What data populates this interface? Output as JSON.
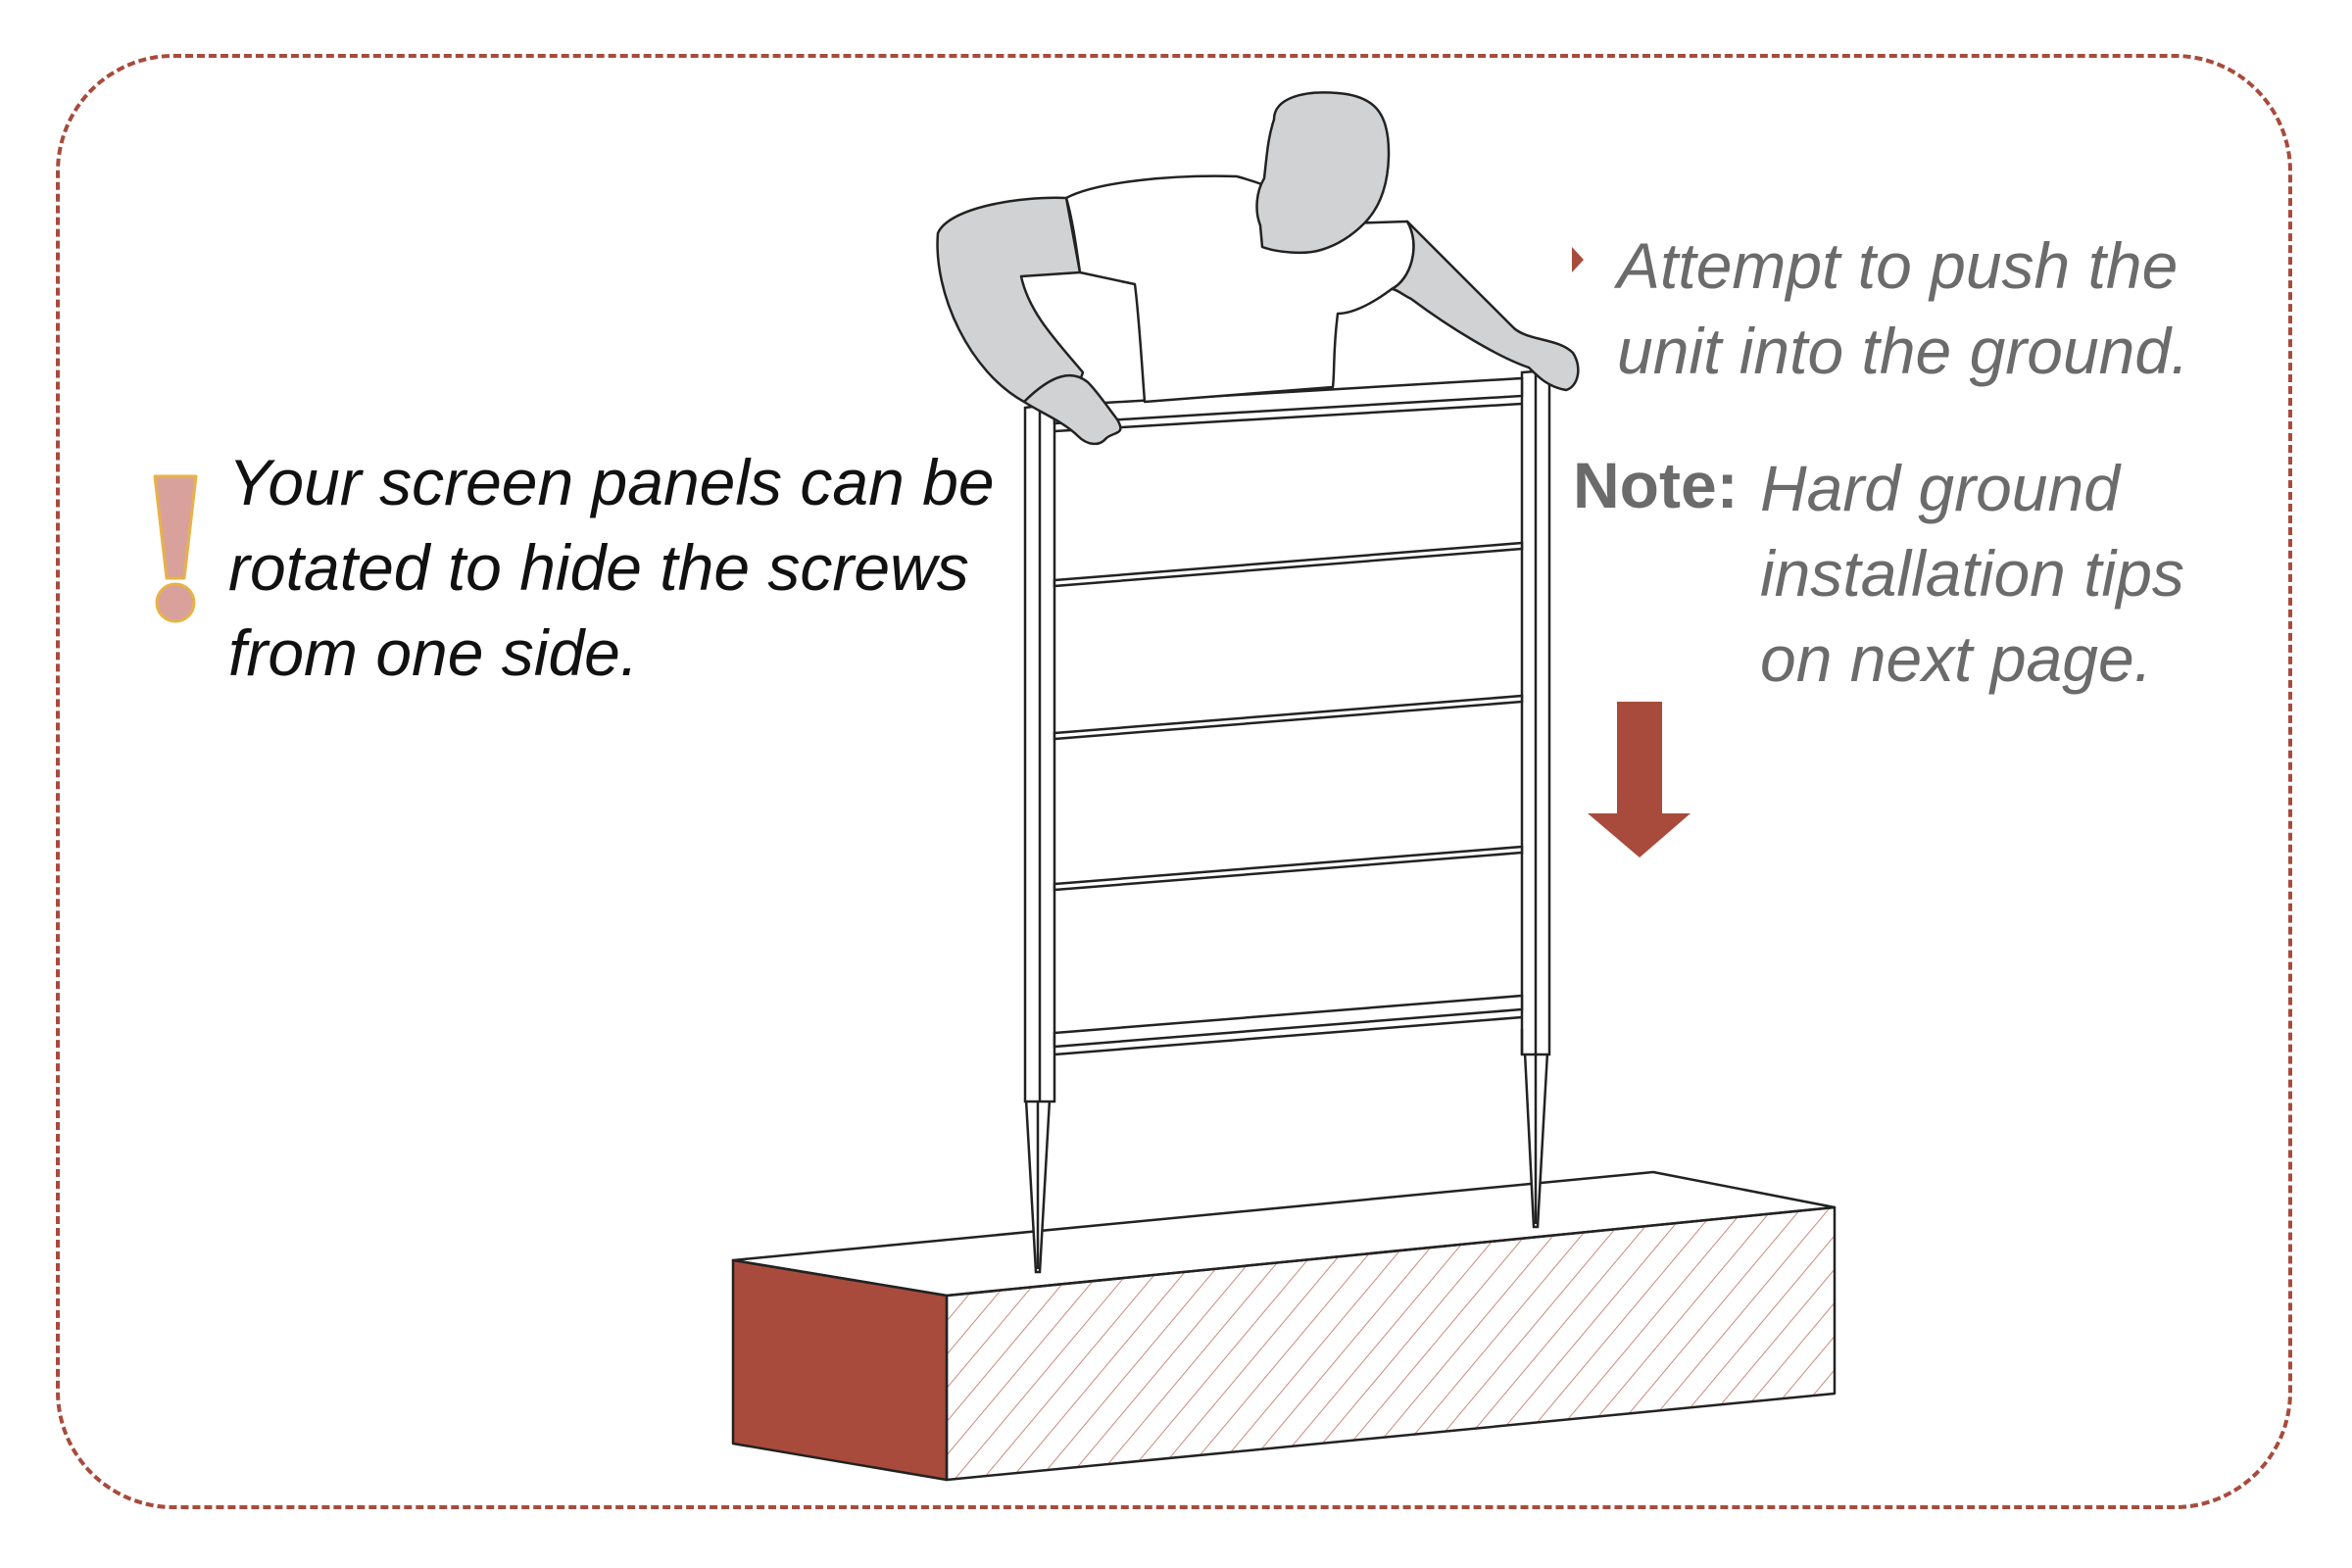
{
  "colors": {
    "accent": "#a84b3c",
    "warning_fill": "#d9a19b",
    "warning_outline": "#e7b24a",
    "figure_fill": "#d0d2d3",
    "text_dark": "#111111",
    "text_gray": "#6b6b6b"
  },
  "icons": {
    "warning": "exclamation-mark-icon",
    "bullet": "triangle-right-icon",
    "arrow": "arrow-down-icon"
  },
  "tip": {
    "lines": [
      "Your screen panels can be",
      "rotated to hide the screws",
      "from one side."
    ]
  },
  "step": {
    "lines": [
      "Attempt to push the",
      "unit into the ground."
    ]
  },
  "note": {
    "label": "Note:",
    "lines": [
      "Hard ground",
      "installation tips",
      "on next page."
    ]
  }
}
